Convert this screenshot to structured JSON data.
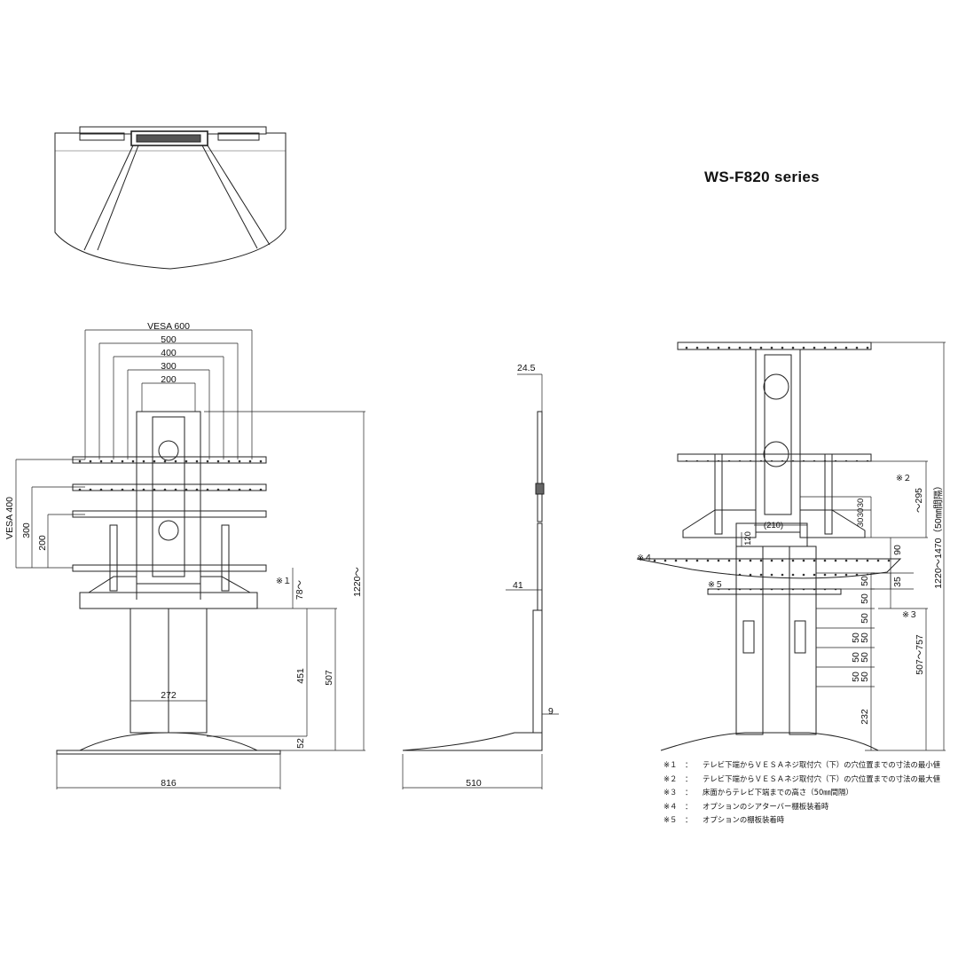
{
  "title": "WS-F820 series",
  "front_view": {
    "vesa_widths": [
      "VESA 600",
      "500",
      "400",
      "300",
      "200"
    ],
    "vesa_heights": [
      "VESA 400",
      "300",
      "200"
    ],
    "mark_note1": "※１",
    "min_height": "78～",
    "total_height": "1220～",
    "dim_451": "451",
    "dim_507": "507",
    "dim_52": "52",
    "column_width": "272",
    "base_width": "816"
  },
  "side_view": {
    "top_thickness": "24.5",
    "mount_offset": "41",
    "base_thickness": "9",
    "depth": "510"
  },
  "detail_view": {
    "mark2": "※２",
    "range_295": "～295",
    "vesa_steps": [
      "30",
      "30",
      "30"
    ],
    "top_dim": "120",
    "width_210": "(210)",
    "dim_90": "90",
    "dim_35": "35",
    "mark4": "※４",
    "mark5": "※５",
    "step_labels": [
      "50",
      "50",
      "50",
      "50",
      "50",
      "50",
      "50",
      "50",
      "50"
    ],
    "mark3": "※３",
    "range_507_757": "507～757",
    "range_total": "1220～1470（50㎜間隔）",
    "base_232": "232"
  },
  "notes": [
    {
      "mark": "※１",
      "sep": "：",
      "text": "テレビ下端からＶＥＳＡネジ取付穴（下）の穴位置までの寸法の最小値"
    },
    {
      "mark": "※２",
      "sep": "：",
      "text": "テレビ下端からＶＥＳＡネジ取付穴（下）の穴位置までの寸法の最大値"
    },
    {
      "mark": "※３",
      "sep": "：",
      "text": "床面からテレビ下端までの高さ（50㎜間隔）"
    },
    {
      "mark": "※４",
      "sep": "：",
      "text": "オプションのシアターバー棚板装着時"
    },
    {
      "mark": "※５",
      "sep": "：",
      "text": "オプションの棚板装着時"
    }
  ]
}
